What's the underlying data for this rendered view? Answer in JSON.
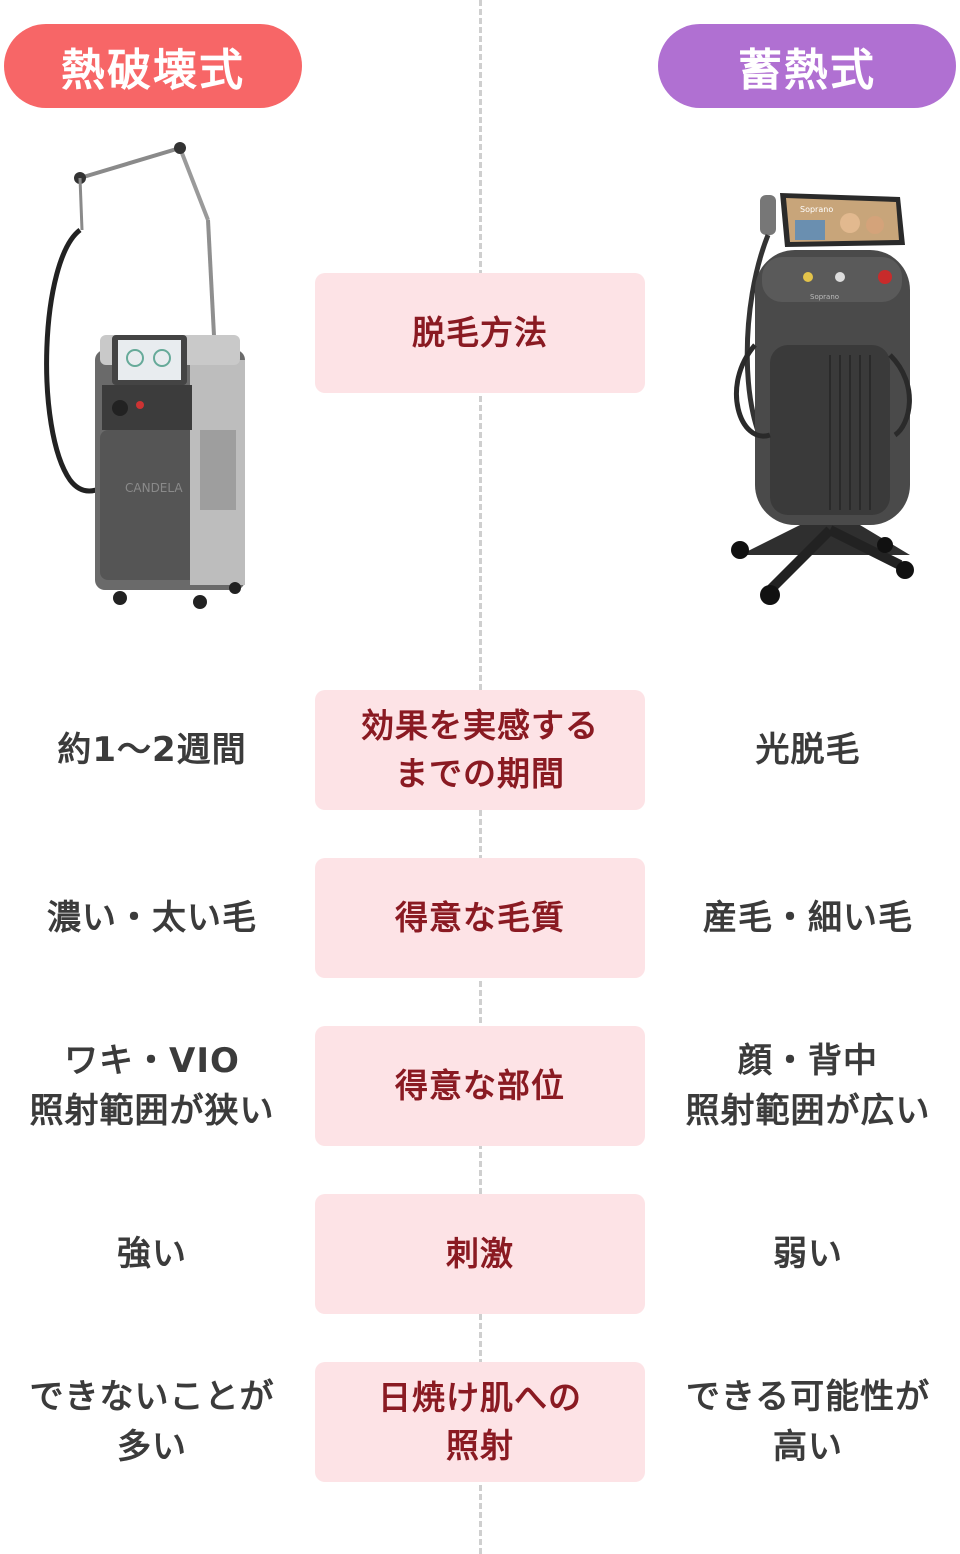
{
  "headers": {
    "left": "熱破壊式",
    "right": "蓄熱式",
    "left_color": "#f76667",
    "right_color": "#b070d2"
  },
  "devices": {
    "left": {
      "brand_text": "CANDELA"
    },
    "right": {
      "brand_text": "Soprano",
      "screen_text": "Soprano"
    }
  },
  "rows": [
    {
      "label": "脱毛方法",
      "left": "",
      "right": ""
    },
    {
      "label": "効果を実感する\nまでの期間",
      "left": "約1〜2週間",
      "right": "光脱毛"
    },
    {
      "label": "得意な毛質",
      "left": "濃い・太い毛",
      "right": "産毛・細い毛"
    },
    {
      "label": "得意な部位",
      "left": "ワキ・VIO\n照射範囲が狭い",
      "right": "顔・背中\n照射範囲が広い"
    },
    {
      "label": "刺激",
      "left": "強い",
      "right": "弱い"
    },
    {
      "label": "日焼け肌への\n照射",
      "left": "できないことが\n多い",
      "right": "できる可能性が\n高い"
    }
  ],
  "colors": {
    "label_bg": "#fde3e6",
    "label_text": "#8a1a22"
  }
}
